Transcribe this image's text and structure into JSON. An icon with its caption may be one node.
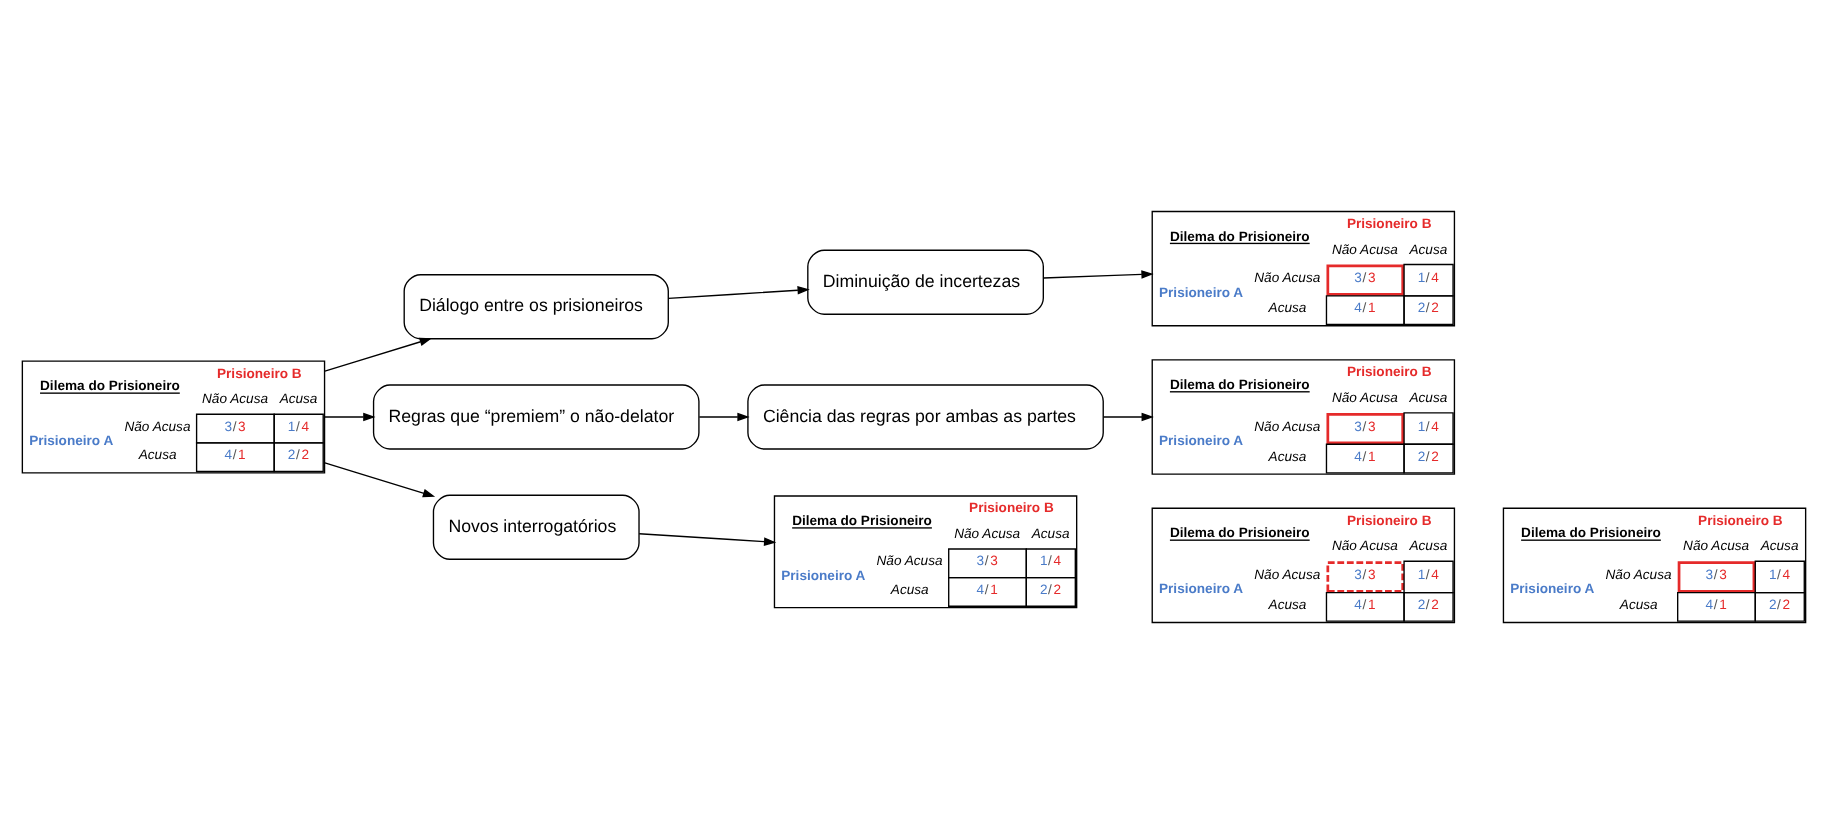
{
  "diagram": {
    "nodes": [
      {
        "text": [
          "Dilema do Prisioneiro",
          "Prisioneiro B",
          "Não Acusa",
          "Acusa",
          "Prisioneiro A",
          "Não Acusa",
          "3/3",
          "1/4",
          "Acusa",
          "4/1",
          "2/2"
        ]
      },
      {
        "text": [
          "Diálogo entre os prisioneiros"
        ]
      },
      {
        "text": [
          "Diminuição de incertezas"
        ]
      },
      {
        "text": [
          "Dilema do Prisioneiro",
          "Prisioneiro B",
          "Não Acusa",
          "Acusa",
          "Prisioneiro A",
          "Não Acusa",
          "3/3",
          "1/4",
          "Acusa",
          "4/1",
          "2/2"
        ]
      },
      {
        "text": [
          "Regras que “premiem” o não-delator"
        ]
      },
      {
        "text": [
          "Ciência das regras por ambas as partes"
        ]
      },
      {
        "text": [
          "Dilema do Prisioneiro",
          "Prisioneiro B",
          "Não Acusa",
          "Acusa",
          "Prisioneiro A",
          "Não Acusa",
          "3/3",
          "1/4",
          "Acusa",
          "4/1",
          "2/2"
        ]
      },
      {
        "text": [
          "Novos interrogatórios"
        ]
      },
      {
        "text": [
          "Dilema do Prisioneiro",
          "Prisioneiro B",
          "Não Acusa",
          "Acusa",
          "Prisioneiro A",
          "Não Acusa",
          "3/3",
          "1/4",
          "Acusa",
          "4/1",
          "2/2"
        ]
      },
      {
        "text": [
          "Dilema do Prisioneiro",
          "Prisioneiro B",
          "Não Acusa",
          "Acusa",
          "Prisioneiro A",
          "Não Acusa",
          "3/3",
          "1/4",
          "Acusa",
          "4/1",
          "2/2"
        ]
      },
      {
        "text": [
          "Dilema do Prisioneiro",
          "Prisioneiro B",
          "Não Acusa",
          "Acusa",
          "Prisioneiro A",
          "Não Acusa",
          "3/3",
          "1/4",
          "Acusa",
          "4/1",
          "2/2"
        ]
      }
    ],
    "edges": [
      {
        "from": 0,
        "to": 1,
        "arrow": "to"
      },
      {
        "from": 1,
        "to": 2,
        "arrow": "to"
      },
      {
        "from": 2,
        "to": 3,
        "arrow": "to"
      },
      {
        "from": 0,
        "to": 4,
        "arrow": "to"
      },
      {
        "from": 4,
        "to": 5,
        "arrow": "to"
      },
      {
        "from": 5,
        "to": 6,
        "arrow": "to"
      },
      {
        "from": 0,
        "to": 7,
        "arrow": "to"
      },
      {
        "from": 7,
        "to": 8,
        "arrow": "to"
      }
    ]
  }
}
